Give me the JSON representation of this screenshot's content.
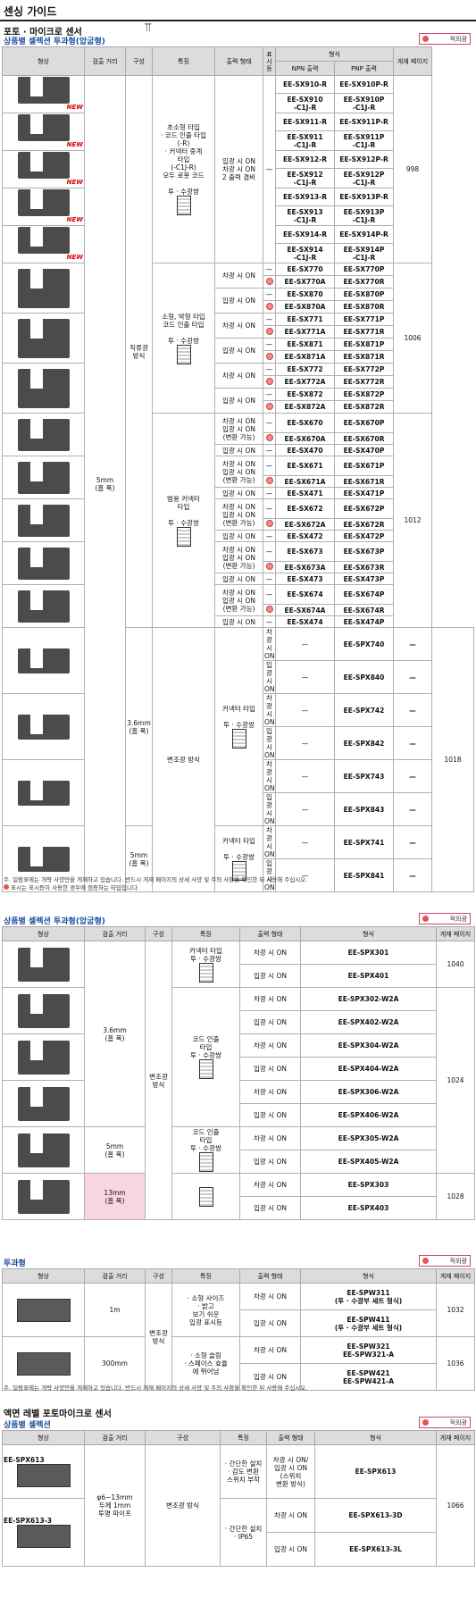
{
  "page": {
    "title": "센싱 가이드",
    "subtitle": "포토 · 마이크로 센서"
  },
  "icons": {
    "sensor": "sensor-icon"
  },
  "legend": {
    "label": "적외광"
  },
  "headers": {
    "shape": "형상",
    "distance": "검출 거리",
    "config": "구성",
    "feature": "특징",
    "output": "출력 형태",
    "indicator": "표시등",
    "model": "형식",
    "npn": "NPN 출력",
    "pnp": "PNP 출력",
    "page": "게재 페이지"
  },
  "sec1": {
    "title": "상품별 셀렉션 투과형(압굽형)",
    "distance": "5mm\n(홈 폭)",
    "config": "직류광 방식",
    "g1_feature": "초소형 타입\n· 코드 인출 타입\n(-R)\n· 커넥터 중계\n타입\n(-C1J-R)\n모두 로봇 코드\n\n투 · 수광쌍",
    "g1_output": "입광 시 ON\n차광 시 ON\n2 출력 겸비",
    "g1_ind": "—",
    "g1_page": "998",
    "g1_rows": [
      [
        "EE-SX910-R",
        "EE-SX910P-R"
      ],
      [
        "EE-SX910\n-C1J-R",
        "EE-SX910P\n-C1J-R"
      ],
      [
        "EE-SX911-R",
        "EE-SX911P-R"
      ],
      [
        "EE-SX911\n-C1J-R",
        "EE-SX911P\n-C1J-R"
      ],
      [
        "EE-SX912-R",
        "EE-SX912P-R"
      ],
      [
        "EE-SX912\n-C1J-R",
        "EE-SX912P\n-C1J-R"
      ],
      [
        "EE-SX913-R",
        "EE-SX913P-R"
      ],
      [
        "EE-SX913\n-C1J-R",
        "EE-SX913P\n-C1J-R"
      ],
      [
        "EE-SX914-R",
        "EE-SX914P-R"
      ],
      [
        "EE-SX914\n-C1J-R",
        "EE-SX914P\n-C1J-R"
      ]
    ],
    "g2_feature": "소형, 박형 타입\n코드 인출 타입\n\n투 · 수광쌍",
    "g2_page": "1006",
    "g2_rows": [
      [
        "차광 시 ON",
        "—",
        "EE-SX770",
        "EE-SX770P"
      ],
      [
        "",
        "●",
        "EE-SX770A",
        "EE-SX770R"
      ],
      [
        "입광 시 ON",
        "—",
        "EE-SX870",
        "EE-SX870P"
      ],
      [
        "",
        "●",
        "EE-SX870A",
        "EE-SX870R"
      ],
      [
        "차광 시 ON",
        "—",
        "EE-SX771",
        "EE-SX771P"
      ],
      [
        "",
        "●",
        "EE-SX771A",
        "EE-SX771R"
      ],
      [
        "입광 시 ON",
        "—",
        "EE-SX871",
        "EE-SX871P"
      ],
      [
        "",
        "●",
        "EE-SX871A",
        "EE-SX871R"
      ],
      [
        "차광 시 ON",
        "—",
        "EE-SX772",
        "EE-SX772P"
      ],
      [
        "",
        "●",
        "EE-SX772A",
        "EE-SX772R"
      ],
      [
        "입광 시 ON",
        "—",
        "EE-SX872",
        "EE-SX872P"
      ],
      [
        "",
        "●",
        "EE-SX872A",
        "EE-SX872R"
      ]
    ],
    "g3_feature": "범용 커넥터\n타입\n\n투 · 수광쌍",
    "g3_page": "1012",
    "g3_rows": [
      [
        "차광 시 ON\n입광 시 ON\n(변환 가능)",
        "—",
        "EE-SX670",
        "EE-SX670P"
      ],
      [
        "",
        "●",
        "EE-SX670A",
        "EE-SX670R"
      ],
      [
        "입광 시 ON",
        "—",
        "EE-SX470",
        "EE-SX470P"
      ],
      [
        "차광 시 ON\n입광 시 ON\n(변환 가능)",
        "—",
        "EE-SX671",
        "EE-SX671P"
      ],
      [
        "",
        "●",
        "EE-SX671A",
        "EE-SX671R"
      ],
      [
        "입광 시 ON",
        "—",
        "EE-SX471",
        "EE-SX471P"
      ],
      [
        "차광 시 ON\n입광 시 ON\n(변환 가능)",
        "—",
        "EE-SX672",
        "EE-SX672P"
      ],
      [
        "",
        "●",
        "EE-SX672A",
        "EE-SX672R"
      ],
      [
        "입광 시 ON",
        "—",
        "EE-SX472",
        "EE-SX472P"
      ],
      [
        "차광 시 ON\n입광 시 ON\n(변환 가능)",
        "—",
        "EE-SX673",
        "EE-SX673P"
      ],
      [
        "",
        "●",
        "EE-SX673A",
        "EE-SX673R"
      ],
      [
        "입광 시 ON",
        "—",
        "EE-SX473",
        "EE-SX473P"
      ],
      [
        "차광 시 ON\n입광 시 ON\n(변환 가능)",
        "—",
        "EE-SX674",
        "EE-SX674P"
      ],
      [
        "",
        "●",
        "EE-SX674A",
        "EE-SX674R"
      ],
      [
        "입광 시 ON",
        "—",
        "EE-SX474",
        "EE-SX474P"
      ]
    ],
    "g4_distance": "3.6mm\n(홈 폭)",
    "g4_distance2": "5mm\n(홈 폭)",
    "g4_config": "변조광 방식",
    "g4_feature": "커넥터 타입\n\n투 · 수광쌍",
    "g4_page": "1018",
    "g4_rows": [
      [
        "차광 시 ON",
        "—",
        "EE-SPX740",
        "—"
      ],
      [
        "입광 시 ON",
        "—",
        "EE-SPX840",
        "—"
      ],
      [
        "차광 시 ON",
        "—",
        "EE-SPX742",
        "—"
      ],
      [
        "입광 시 ON",
        "—",
        "EE-SPX842",
        "—"
      ],
      [
        "차광 시 ON",
        "—",
        "EE-SPX743",
        "—"
      ],
      [
        "입광 시 ON",
        "—",
        "EE-SPX843",
        "—"
      ],
      [
        "차광 시 ON",
        "—",
        "EE-SPX741",
        "—"
      ],
      [
        "입광 시 ON",
        "—",
        "EE-SPX841",
        "—"
      ]
    ],
    "note1": "주. 일람표에는 개략 사양만을 게재하고 있습니다. 반드시 게재 페이지의 상세 사양 및 주의 사항을 확인한 뒤 사용해 주십시오.",
    "note2": "표시는 표시등이 사용한 경우에 점등하는 타입입니다."
  },
  "sec2": {
    "title": "상품별 셀렉션 투과형(압굽형)",
    "distance1": "3.6mm\n(홈 폭)",
    "distance2": "5mm\n(홈 폭)",
    "distance3": "13mm\n(홈 폭)",
    "config": "변조광 방식",
    "f1": "커넥터 타입\n투 · 수광쌍",
    "f2": "코드 인출\n타입\n투 · 수광쌍",
    "f3": "코드 인출\n타입\n투 · 수광쌍",
    "rows": [
      [
        "차광 시 ON",
        "EE-SPX301",
        "1040"
      ],
      [
        "입광 시 ON",
        "EE-SPX401",
        ""
      ],
      [
        "차광 시 ON",
        "EE-SPX302-W2A",
        "1024"
      ],
      [
        "입광 시 ON",
        "EE-SPX402-W2A",
        ""
      ],
      [
        "차광 시 ON",
        "EE-SPX304-W2A",
        ""
      ],
      [
        "입광 시 ON",
        "EE-SPX404-W2A",
        ""
      ],
      [
        "차광 시 ON",
        "EE-SPX306-W2A",
        ""
      ],
      [
        "입광 시 ON",
        "EE-SPX406-W2A",
        ""
      ],
      [
        "차광 시 ON",
        "EE-SPX305-W2A",
        ""
      ],
      [
        "입광 시 ON",
        "EE-SPX405-W2A",
        ""
      ],
      [
        "차광 시 ON",
        "EE-SPX303",
        "1028"
      ],
      [
        "입광 시 ON",
        "EE-SPX403",
        ""
      ]
    ]
  },
  "sec3": {
    "title": "투과형",
    "dist1": "1m",
    "dist2": "300mm",
    "config": "변조광 방식",
    "f1": "· 소형 사이즈\n· 밝고\n보기 쉬운\n입광 표시등",
    "f2": "· 소형 슬림\n· 스페이스 효율\n에 뛰어남",
    "rows": [
      [
        "차광 시 ON",
        "EE-SPW311\n(투 · 수광부 세트 형식)",
        "1032"
      ],
      [
        "입광 시 ON",
        "EE-SPW411\n(투 · 수광부 세트 형식)",
        ""
      ],
      [
        "차광 시 ON",
        "EE-SPW321\nEE-SPW321-A",
        "1036"
      ],
      [
        "입광 시 ON",
        "EE-SPW421\nEE-SPW421-A",
        ""
      ]
    ],
    "note": "주. 일람표에는 개략 사양만을 게재하고 있습니다. 반드시 게재 페이지의 상세 사양 및 주의 사항을 확인한 뒤 사용해 주십시오."
  },
  "sec4": {
    "title": "액면 레벨 포토마이크로 센서",
    "subtitle": "상품별 셀렉션",
    "model_a": "EE-SPX613",
    "model_b": "EE-SPX613-3",
    "distance": "φ6~13mm\n두께 1mm\n투명 파이프",
    "config": "변조광 방식",
    "f1": "· 간단한 설치\n· 감도 변환\n스위치 부착",
    "f2": "· 간단한 설치\n· IP65",
    "rows": [
      [
        "차광 시 ON/\n입광 시 ON\n(스위치\n변환 방식)",
        "EE-SPX613",
        "1066"
      ],
      [
        "차광 시 ON",
        "EE-SPX613-3D",
        ""
      ],
      [
        "입광 시 ON",
        "EE-SPX613-3L",
        ""
      ]
    ]
  },
  "misc": {
    "new": "NEW"
  }
}
